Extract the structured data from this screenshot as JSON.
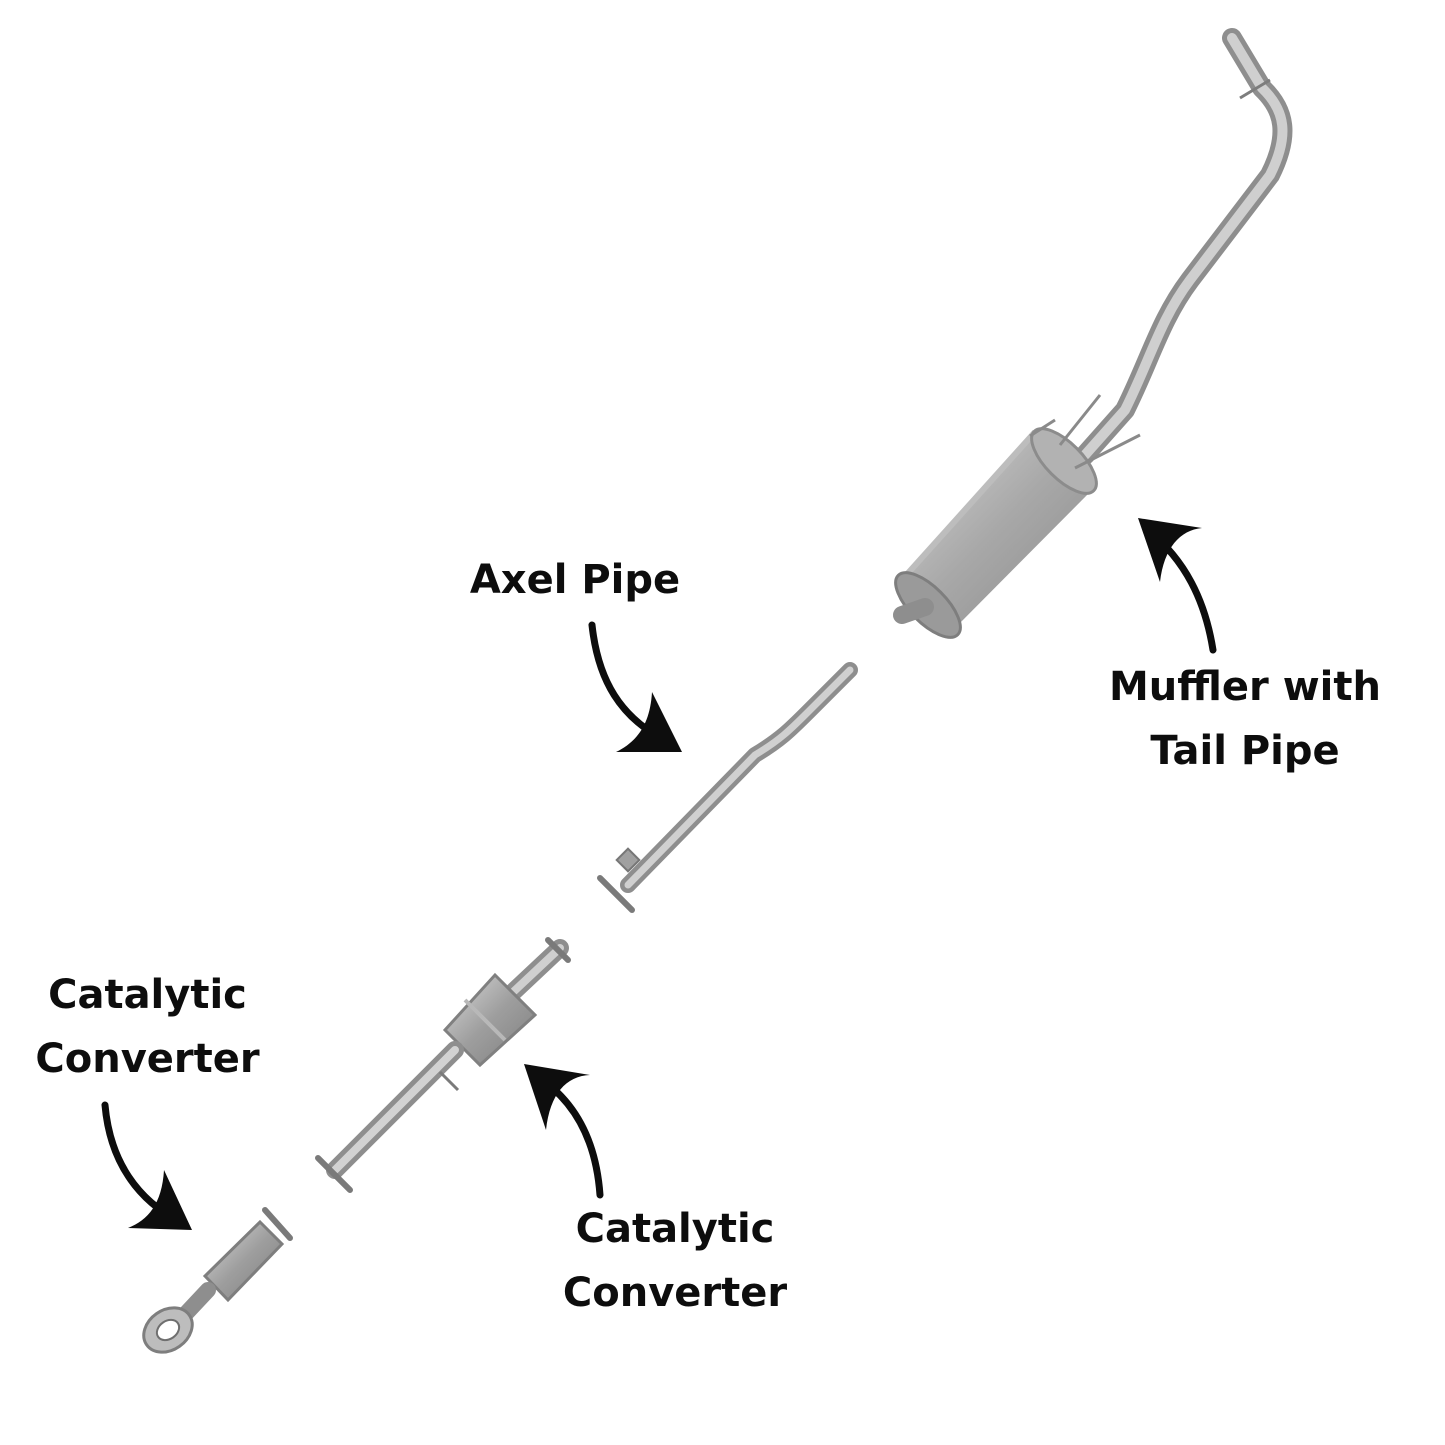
{
  "labels": {
    "axel_pipe": "Axel Pipe",
    "muffler_line1": "Muffler with",
    "muffler_line2": "Tail Pipe",
    "cat_front_line1": "Catalytic",
    "cat_front_line2": "Converter",
    "cat_mid_line1": "Catalytic",
    "cat_mid_line2": "Converter"
  },
  "colors": {
    "background": "#ffffff",
    "text": "#0d0d0d",
    "arrow": "#0d0d0d",
    "metal_light": "#c9c9c9",
    "metal_mid": "#a3a3a3",
    "metal_dark": "#7d7d7d"
  },
  "components": [
    {
      "name": "muffler-with-tail-pipe"
    },
    {
      "name": "axel-pipe"
    },
    {
      "name": "mid-catalytic-converter"
    },
    {
      "name": "front-catalytic-converter"
    }
  ]
}
